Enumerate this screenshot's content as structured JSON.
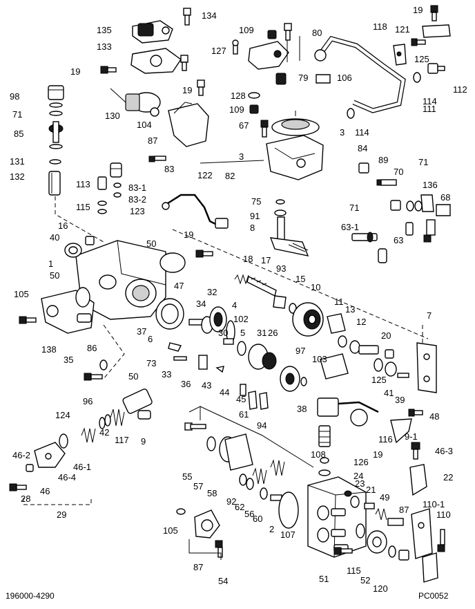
{
  "footer": {
    "left_code": "196000-4290",
    "right_code": "PC0052"
  },
  "labels": [
    "134",
    "135",
    "133",
    "19",
    "130",
    "98",
    "71",
    "85",
    "131",
    "132",
    "19",
    "109",
    "80",
    "127",
    "128",
    "109",
    "79",
    "106",
    "118",
    "121",
    "19",
    "125",
    "112",
    "114",
    "111",
    "114",
    "104",
    "87",
    "67",
    "3",
    "3",
    "84",
    "89",
    "70",
    "71",
    "113",
    "83",
    "83-1",
    "83-2",
    "122",
    "82",
    "136",
    "68",
    "115",
    "123",
    "75",
    "91",
    "71",
    "8",
    "63-1",
    "63",
    "16",
    "40",
    "19",
    "1",
    "50",
    "47",
    "18",
    "17",
    "93",
    "15",
    "10",
    "11",
    "13",
    "12",
    "20",
    "7",
    "105",
    "50",
    "34",
    "32",
    "4",
    "102",
    "30",
    "5",
    "31",
    "26",
    "97",
    "103",
    "138",
    "86",
    "35",
    "6",
    "37",
    "73",
    "33",
    "36",
    "43",
    "44",
    "45",
    "61",
    "94",
    "38",
    "39",
    "125",
    "41",
    "48",
    "50",
    "96",
    "124",
    "42",
    "117",
    "9",
    "9-1",
    "116",
    "19",
    "46-3",
    "46-2",
    "46-1",
    "46-4",
    "46",
    "28",
    "29",
    "55",
    "57",
    "58",
    "92",
    "62",
    "56",
    "60",
    "2",
    "107",
    "108",
    "126",
    "24",
    "22",
    "23",
    "21",
    "49",
    "87",
    "110-1",
    "110",
    "105",
    "87",
    "54",
    "51",
    "115",
    "52",
    "120"
  ]
}
